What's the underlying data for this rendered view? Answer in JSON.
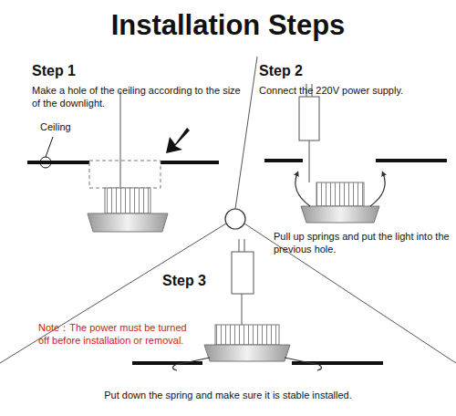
{
  "diagram": {
    "title": "Installation Steps",
    "labels": [
      "Step 1",
      "Make a hole of the ceiling according to the size of the downlight.",
      "Ceiling",
      "Step 2",
      "Connect the 220V power supply.",
      "Pull up springs and put the light into the previous hole.",
      "Step 3",
      "Note：The power must be turned off before installation or removal.",
      "Put down the spring and make sure it is stable installed."
    ]
  }
}
